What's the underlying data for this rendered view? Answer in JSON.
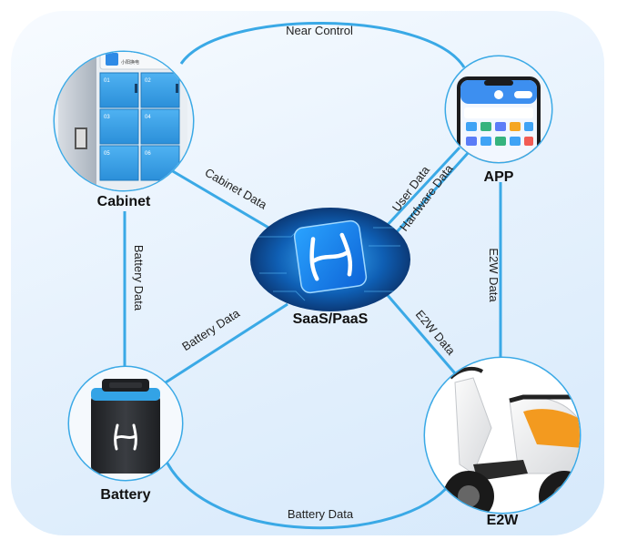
{
  "nodes": {
    "cabinet": {
      "label": "Cabinet",
      "brand_text": "小阳换电",
      "slots": [
        "01",
        "02",
        "03",
        "04",
        "05",
        "06"
      ]
    },
    "app": {
      "label": "APP"
    },
    "saas": {
      "label": "SaaS/PaaS",
      "logo_icon": "h-logo-icon"
    },
    "battery": {
      "label": "Battery",
      "logo_icon": "h-logo-icon"
    },
    "e2w": {
      "label": "E2W"
    }
  },
  "edges": {
    "near_control": "Near Control",
    "cabinet_data": "Cabinet Data",
    "user_data": "User Data",
    "hardware_data": "Hardware Data",
    "battery_data_left": "Battery Data",
    "battery_data_diag": "Battery Data",
    "battery_data_bottom": "Battery Data",
    "e2w_data_diag": "E2W Data",
    "e2w_data_right": "E2W Data"
  },
  "colors": {
    "connector": "#3aa9e6",
    "background_top": "#f7fbff",
    "background_bottom": "#d6e9fb",
    "accent_blue": "#2f8be6",
    "e2w_orange": "#f39a1f"
  }
}
